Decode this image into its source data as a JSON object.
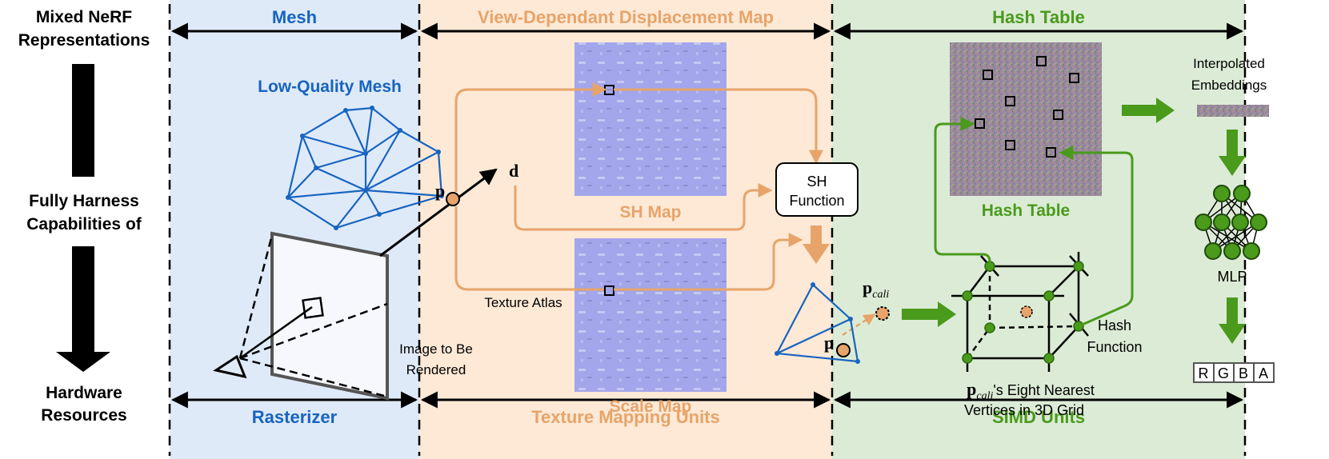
{
  "left_column": {
    "top_label_line1": "Mixed NeRF",
    "top_label_line2": "Representations",
    "middle_label_line1": "Fully Harness",
    "middle_label_line2": "Capabilities of",
    "bottom_label_line1": "Hardware",
    "bottom_label_line2": "Resources"
  },
  "sections": {
    "mesh": {
      "header": "Mesh",
      "footer": "Rasterizer",
      "color": "#1764c0",
      "bg": "#dfeaf9"
    },
    "displacement": {
      "header": "View-Dependant Displacement Map",
      "footer": "Texture Mapping Units",
      "color": "#e7a46a",
      "bg": "#fde9d6"
    },
    "hash": {
      "header": "Hash Table",
      "footer": "SIMD Units",
      "color": "#4a9a1c",
      "bg": "#dcebd6"
    }
  },
  "mesh_panel": {
    "low_quality_mesh": "Low-Quality Mesh",
    "image_caption_line1": "Image to Be",
    "image_caption_line2": "Rendered",
    "point_label": "p",
    "direction_label": "d"
  },
  "displacement_panel": {
    "sh_map": "SH Map",
    "scale_map": "Scale Map",
    "texture_atlas": "Texture Atlas",
    "sh_function_line1": "SH",
    "sh_function_line2": "Function",
    "point_label": "p",
    "pcali_main": "p",
    "pcali_sub": "cali"
  },
  "hash_panel": {
    "hash_table": "Hash Table",
    "interp_line1": "Interpolated",
    "interp_line2": "Embeddings",
    "mlp": "MLP",
    "hash_fn_line1": "Hash",
    "hash_fn_line2": "Function",
    "eight_main": "p",
    "eight_sub": "cali",
    "eight_rest": "'s Eight Nearest",
    "eight_line2": "Vertices in 3D Grid",
    "rgba": [
      "R",
      "G",
      "B",
      "A"
    ]
  }
}
